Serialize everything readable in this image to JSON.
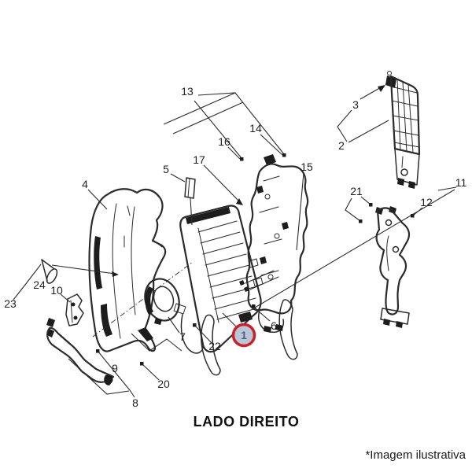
{
  "diagram": {
    "title": "LADO DIREITO",
    "footnote": "*Imagem ilustrativa",
    "ink_color": "#2b2b2b",
    "background_color": "#ffffff",
    "highlighted_callout": {
      "label": "1",
      "ring_color": "#cb2127",
      "fill_color": "#b9c5d8",
      "label_color": "#51627b"
    },
    "callouts": {
      "1": "1",
      "2": "2",
      "3": "3",
      "4": "4",
      "5": "5",
      "6": "6",
      "7": "7",
      "8": "8",
      "9": "9",
      "10": "10",
      "11": "11",
      "12": "12",
      "13": "13",
      "14": "14",
      "15": "15",
      "16": "16",
      "17": "17",
      "20": "20",
      "21": "21",
      "22": "22",
      "23": "23",
      "24": "24"
    }
  }
}
